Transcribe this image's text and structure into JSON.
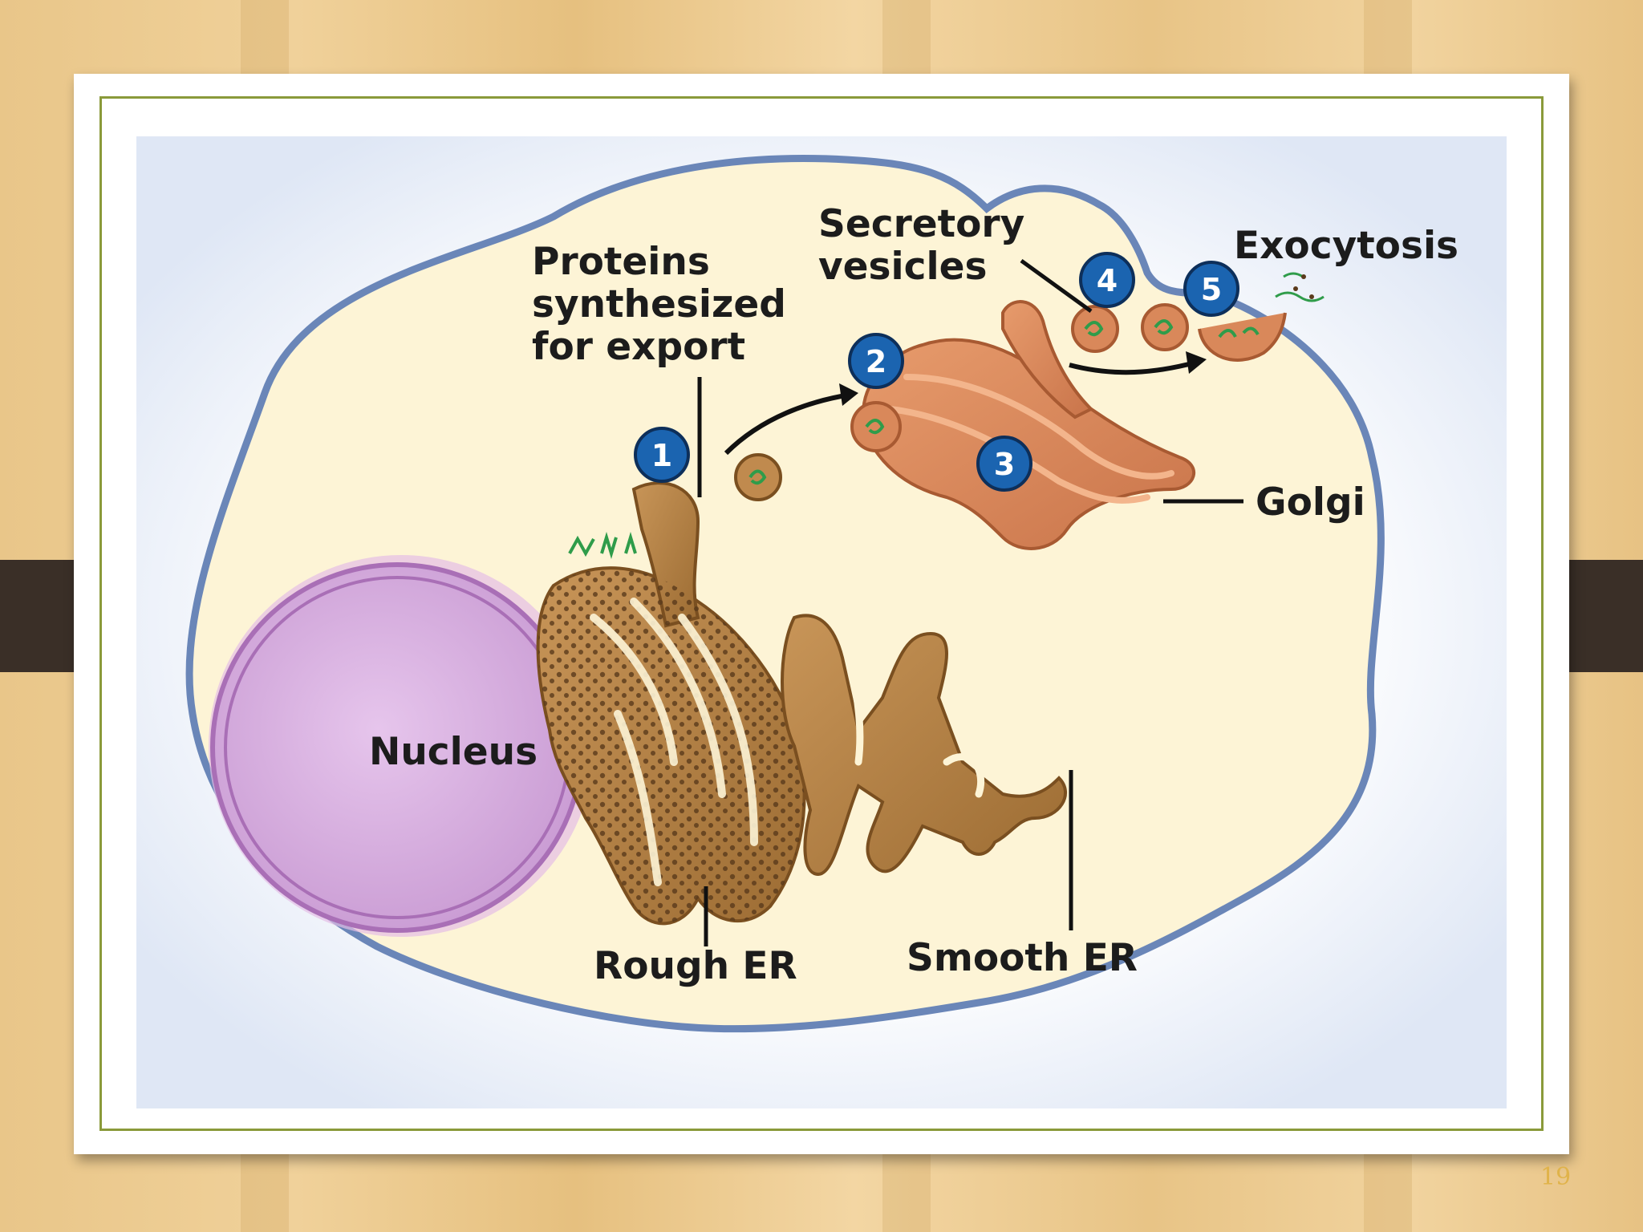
{
  "labels": {
    "proteins_line1": "Proteins",
    "proteins_line2": "synthesized",
    "proteins_line3": "for export",
    "secretory_line1": "Secretory",
    "secretory_line2": "vesicles",
    "exocytosis": "Exocytosis",
    "golgi": "Golgi",
    "nucleus": "Nucleus",
    "rough_er": "Rough ER",
    "smooth_er": "Smooth ER"
  },
  "steps": [
    "1",
    "2",
    "3",
    "4",
    "5"
  ],
  "page_number": "19",
  "colors": {
    "cell_fill": "#fdf4d6",
    "membrane": "#6a86b8",
    "nucleus": "#d7aadf",
    "er": "#b5874a",
    "golgi": "#d9885a",
    "protein": "#2f9c4a",
    "step_badge": "#1b64b0",
    "frame": "#8a9a3a"
  }
}
